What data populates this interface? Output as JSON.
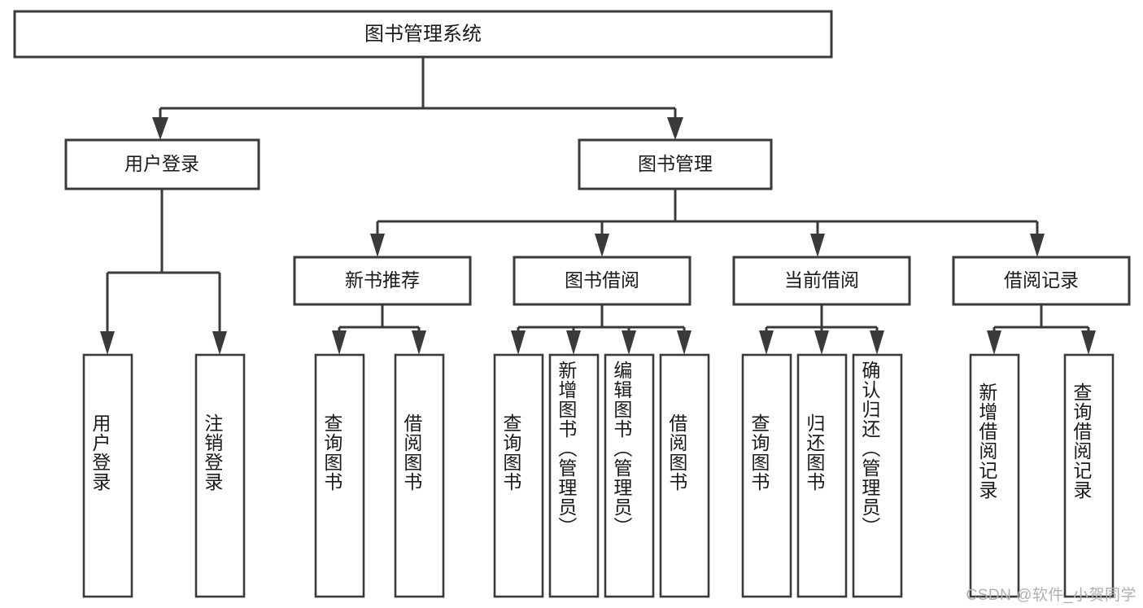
{
  "diagram": {
    "title": "图书管理系统",
    "type": "tree-hierarchy",
    "root": {
      "label": "图书管理系统"
    },
    "level2": [
      {
        "label": "用户登录"
      },
      {
        "label": "图书管理"
      }
    ],
    "level3": [
      {
        "label": "新书推荐"
      },
      {
        "label": "图书借阅"
      },
      {
        "label": "当前借阅"
      },
      {
        "label": "借阅记录"
      }
    ],
    "leaves": {
      "user_login": [
        {
          "label": "用户登录"
        },
        {
          "label": "注销登录"
        }
      ],
      "new_book_recommend": [
        {
          "label": "查询图书"
        },
        {
          "label": "借阅图书"
        }
      ],
      "book_borrow": [
        {
          "label": "查询图书"
        },
        {
          "label": "新增图书（管理员）"
        },
        {
          "label": "编辑图书（管理员）"
        },
        {
          "label": "借阅图书"
        }
      ],
      "current_borrow": [
        {
          "label": "查询图书"
        },
        {
          "label": "归还图书"
        },
        {
          "label": "确认归还（管理员）"
        }
      ],
      "borrow_record": [
        {
          "label": "新增借阅记录"
        },
        {
          "label": "查询借阅记录"
        }
      ]
    }
  },
  "watermark": {
    "text": "CSDN @软件_小贺同学"
  },
  "colors": {
    "stroke": "#3a3a3a",
    "fill": "#ffffff",
    "text": "#1a1a1a",
    "watermark": "#b0b0b0"
  }
}
